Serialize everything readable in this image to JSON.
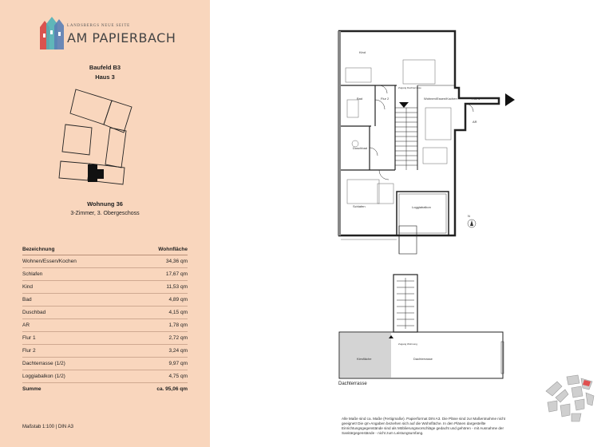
{
  "logo": {
    "subtitle": "LANDSBERGS NEUE SEITE",
    "title": "AM PAPIERBACH"
  },
  "project": {
    "baufeld": "Baufeld B3",
    "haus": "Haus 3"
  },
  "unit": {
    "name": "Wohnung 36",
    "description": "3-Zimmer, 3. Obergeschoss"
  },
  "area_table": {
    "headers": [
      "Bezeichnung",
      "Wohnfläche"
    ],
    "rows": [
      {
        "name": "Wohnen/Essen/Kochen",
        "area": "34,36 qm"
      },
      {
        "name": "Schlafen",
        "area": "17,67 qm"
      },
      {
        "name": "Kind",
        "area": "11,53 qm"
      },
      {
        "name": "Bad",
        "area": "4,89 qm"
      },
      {
        "name": "Duschbad",
        "area": "4,15 qm"
      },
      {
        "name": "AR",
        "area": "1,78 qm"
      },
      {
        "name": "Flur 1",
        "area": "2,72 qm"
      },
      {
        "name": "Flur 2",
        "area": "3,24 qm"
      },
      {
        "name": "Dachterrasse   (1/2)",
        "area": "9,97 qm"
      },
      {
        "name": "Loggiabalkon   (1/2)",
        "area": "4,75 qm"
      }
    ],
    "sum": {
      "name": "Summe",
      "area": "ca.  95,06 qm"
    }
  },
  "scale": "Maßstab 1:100 | DIN A3",
  "plan": {
    "rooms": {
      "kind": "Kind",
      "bad": "Bad",
      "flur2": "Flur 2",
      "wohnen": "Wohnen/Essen/Kochen",
      "flur1": "Flur 1",
      "ar": "AR",
      "duschbad": "Duschbad",
      "schlafen": "Schlafen",
      "loggia": "Loggiabalkon",
      "zugang": "Zugang Dachterrasse"
    },
    "north": "N"
  },
  "roof": {
    "zugang": "Zugang Wohnung",
    "kiesflaeche": "Kiesfläche",
    "dachterrasse": "Dachterrasse",
    "label": "Dachterrasse"
  },
  "note": "Alle Maße sind ca. Maße (Fertigmaße). Papierformat DIN A3. Die Pläne sind zur Maßentnahme nicht geeignet! Die qm-Angaben beziehen sich auf die Wohnfläche. In den Plänen dargestellte Einrichtungsgegenstände sind als Möblierungsvorschläge gedacht und gehören - mit Ausnahme der Sanitärgegenstände - nicht zum Leistungsumfang.",
  "colors": {
    "panel": "#f9d6bd",
    "logo_red": "#d9534f",
    "logo_teal": "#4fb3b8",
    "logo_blue": "#5b7fb5"
  }
}
